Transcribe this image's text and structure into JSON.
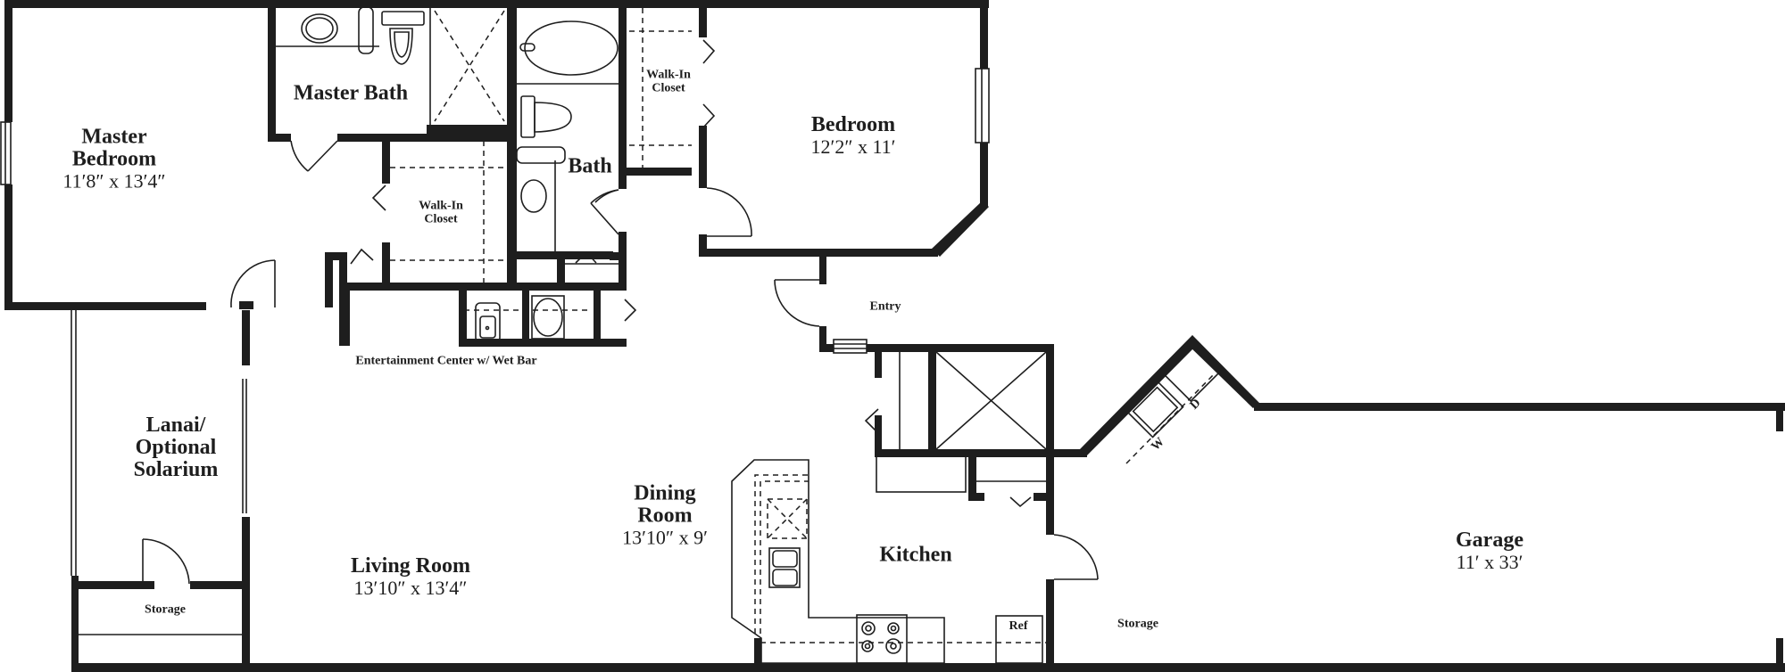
{
  "plan": {
    "type": "floor-plan",
    "wall_color": "#1e1e1e",
    "background": "#ffffff"
  },
  "rooms": {
    "master_bedroom": {
      "name": "Master Bedroom",
      "name_line1": "Master",
      "name_line2": "Bedroom",
      "dimensions": "11′8″ x 13′4″"
    },
    "master_bath": {
      "name": "Master Bath"
    },
    "master_closet": {
      "name_line1": "Walk-In",
      "name_line2": "Closet"
    },
    "bath": {
      "name": "Bath"
    },
    "bedroom_closet": {
      "name_line1": "Walk-In",
      "name_line2": "Closet"
    },
    "bedroom": {
      "name": "Bedroom",
      "dimensions": "12′2″ x 11′"
    },
    "entry": {
      "name": "Entry"
    },
    "entertainment": {
      "name": "Entertainment Center w/ Wet Bar"
    },
    "lanai": {
      "name_line1": "Lanai/",
      "name_line2": "Optional",
      "name_line3": "Solarium"
    },
    "lanai_storage": {
      "name": "Storage"
    },
    "living_room": {
      "name": "Living Room",
      "dimensions": "13′10″ x 13′4″"
    },
    "dining_room": {
      "name_line1": "Dining",
      "name_line2": "Room",
      "dimensions": "13′10″ x 9′"
    },
    "kitchen": {
      "name": "Kitchen"
    },
    "garage_storage": {
      "name": "Storage"
    },
    "garage": {
      "name": "Garage",
      "dimensions": "11′ x 33′"
    }
  },
  "appliances": {
    "refrigerator": "Ref",
    "washer": "W",
    "dryer": "D"
  }
}
